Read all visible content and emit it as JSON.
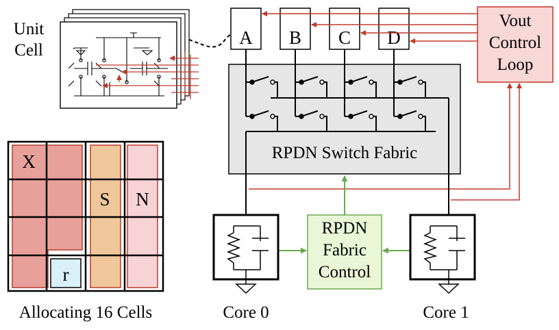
{
  "unit_cell": {
    "title_line1": "Unit",
    "title_line2": "Cell"
  },
  "buffers": [
    {
      "id": "A",
      "label": "A"
    },
    {
      "id": "B",
      "label": "B"
    },
    {
      "id": "C",
      "label": "C"
    },
    {
      "id": "D",
      "label": "D"
    }
  ],
  "vout_control": {
    "line1": "Vout",
    "line2": "Control",
    "line3": "Loop"
  },
  "switch_fabric": {
    "label": "RPDN Switch Fabric"
  },
  "fabric_control": {
    "line1": "RPDN",
    "line2": "Fabric",
    "line3": "Control"
  },
  "cores": [
    {
      "id": "core0",
      "label": "Core 0"
    },
    {
      "id": "core1",
      "label": "Core 1"
    }
  ],
  "allocation": {
    "caption": "Allocating 16 Cells",
    "regions": [
      {
        "id": "X",
        "label": "X"
      },
      {
        "id": "S",
        "label": "S"
      },
      {
        "id": "N",
        "label": "N"
      },
      {
        "id": "r",
        "label": "r"
      }
    ]
  },
  "colors": {
    "red_wire": "#c0392b",
    "green_wire": "#6aa84f",
    "vout_fill": "#f8d7d7",
    "control_fill": "#eaf7d6",
    "fabric_fill": "#e6e6e6",
    "region_x": "#e8a19a",
    "region_s": "#efc79a",
    "region_n": "#f6d3d6",
    "region_r": "#d9f0f8"
  }
}
